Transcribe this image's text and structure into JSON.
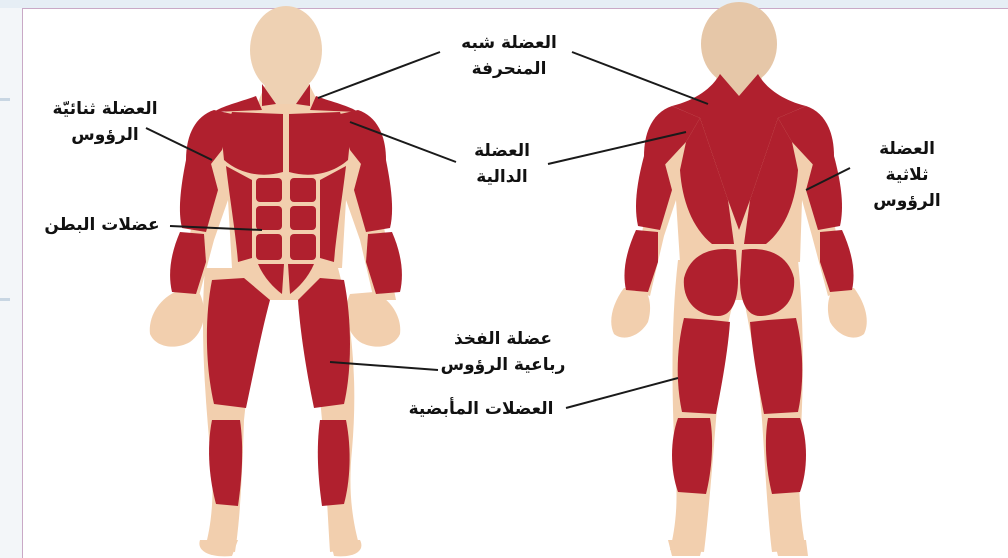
{
  "labels": {
    "trapezius": [
      "العضلة شبه",
      "المنحرفة"
    ],
    "biceps": [
      "العضلة ثنائيّة",
      "الرؤوس"
    ],
    "deltoid": [
      "العضلة",
      "الدالية"
    ],
    "triceps": [
      "العضلة",
      "ثلاثية",
      "الرؤوس"
    ],
    "abdominals": [
      "عضلات البطن"
    ],
    "quadriceps": [
      "عضلة الفخذ",
      "رباعية الرؤوس"
    ],
    "hamstrings": [
      "العضلات المأبضية"
    ]
  },
  "colors": {
    "muscle": "#b0202e",
    "muscle_dark": "#8d1622",
    "skin": "#f2cfae",
    "skin_shadow": "#e5b994",
    "head": "#eed1b3",
    "leader_line": "#1a1a1a"
  }
}
